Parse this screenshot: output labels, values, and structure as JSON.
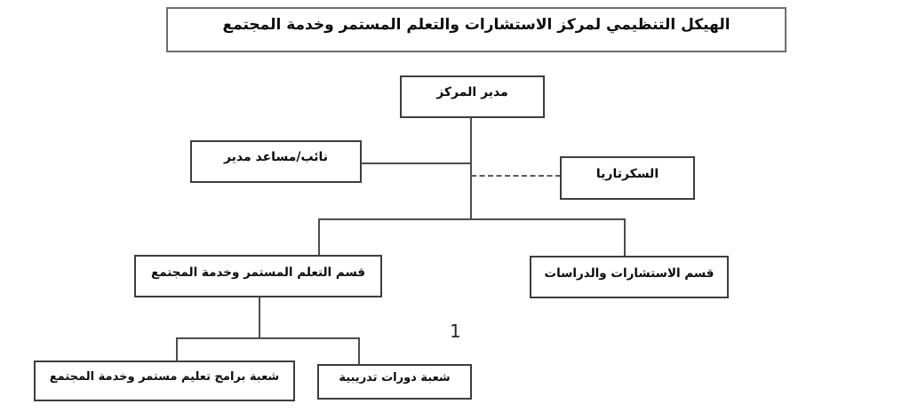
{
  "diagram": {
    "type": "org-chart",
    "title": "الهيكل التنظيمي لمركز الاستشارات والتعلم المستمر وخدمة المجتمع",
    "nodes": {
      "director": "مدير المركز",
      "deputy": "نائب/مساعد مدير",
      "secretariat": "السكرتاريا",
      "dept_learning": "قسم التعلم المستمر وخدمة المجتمع",
      "dept_consult": "قسم الاستشارات والدراسات",
      "div_programs": "شعبة برامج تعليم مستمر وخدمة المجتمع",
      "div_courses": "شعبة دورات تدريبية"
    },
    "edges": [
      {
        "from": "director",
        "to": "deputy",
        "style": "solid"
      },
      {
        "from": "director",
        "to": "secretariat",
        "style": "dashed"
      },
      {
        "from": "director",
        "to": "dept_learning",
        "style": "solid"
      },
      {
        "from": "director",
        "to": "dept_consult",
        "style": "solid"
      },
      {
        "from": "dept_learning",
        "to": "div_programs",
        "style": "solid"
      },
      {
        "from": "dept_learning",
        "to": "div_courses",
        "style": "solid"
      }
    ],
    "stray_mark": "1",
    "colors": {
      "background": "#ffffff",
      "node_border": "#3d3d3d",
      "title_border": "#6e6e6e",
      "line": "#4d4d4d",
      "text": "#0a0a0a"
    }
  }
}
